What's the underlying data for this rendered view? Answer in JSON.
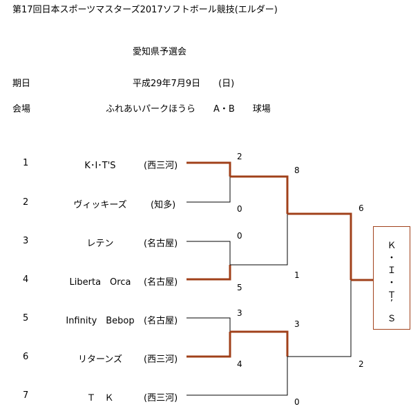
{
  "header": {
    "title": "第17回日本スポーツマスターズ2017ソフトボール競技(エルダー)",
    "subtitle": "愛知県予選会",
    "date_label": "期日",
    "date_value": "平成29年7月9日　　(日)",
    "venue_label": "会場",
    "venue_value": "ふれあいパークほうら　　A・B　　球場"
  },
  "teams": [
    {
      "seed": "1",
      "name": "K･I･T'S",
      "region": "(西三河)"
    },
    {
      "seed": "2",
      "name": "ヴィッキーズ",
      "region": "(知多)"
    },
    {
      "seed": "3",
      "name": "レテン",
      "region": "(名古屋)"
    },
    {
      "seed": "4",
      "name": "Liberta　Orca",
      "region": "(名古屋)"
    },
    {
      "seed": "5",
      "name": "Infinity　Bebop",
      "region": "(名古屋)"
    },
    {
      "seed": "6",
      "name": "リターンズ",
      "region": "(西三河)"
    },
    {
      "seed": "7",
      "name": "Ｔ　Ｋ",
      "region": "(西三河)"
    }
  ],
  "scores": {
    "r1_m1_top": "2",
    "r1_m1_bot": "0",
    "r1_m2_top": "0",
    "r1_m2_bot": "5",
    "r1_m3_top": "3",
    "r1_m3_bot": "4",
    "r2_m1_top": "8",
    "r2_m1_bot": "1",
    "r2_m2_top": "3",
    "r2_m2_bot": "0",
    "final_top": "6",
    "final_bot": "2"
  },
  "champion": {
    "chars": [
      "Ｋ",
      "・",
      "Ｉ",
      "・",
      "Ｔ",
      "’",
      "Ｓ"
    ]
  },
  "colors": {
    "winner_line": "#a0401a",
    "loser_line": "#000000"
  }
}
